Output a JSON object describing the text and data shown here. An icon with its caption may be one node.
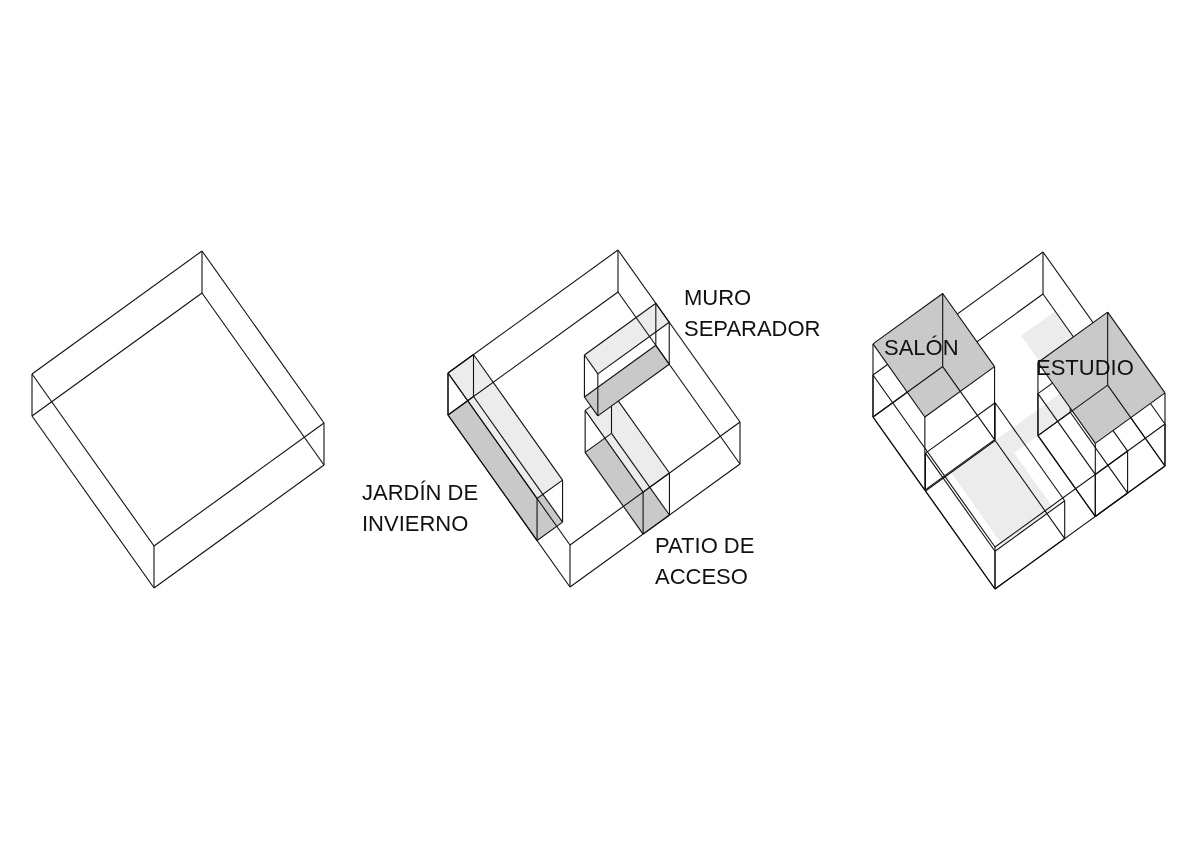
{
  "diagram": {
    "labels": [
      "MURO SEPARADOR",
      "SALÓN",
      "ESTUDIO",
      "JARDÍN DE INVIERNO",
      "PATIO DE ACCESO"
    ]
  }
}
